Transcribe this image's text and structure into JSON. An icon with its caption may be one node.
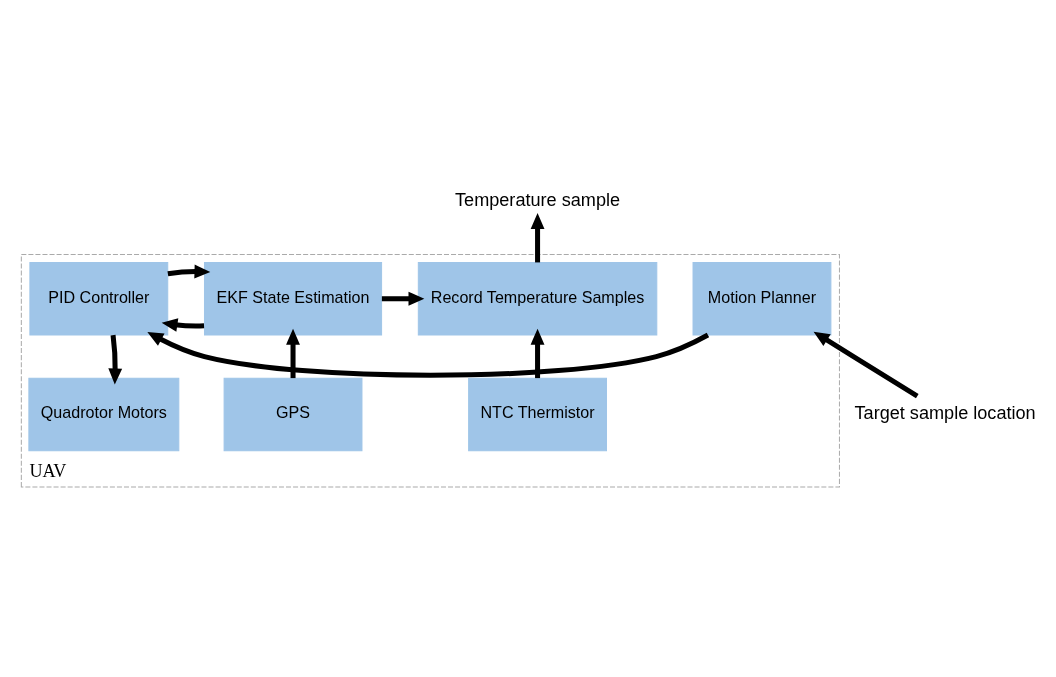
{
  "diagram": {
    "nodes": [
      {
        "text": [
          "UAV"
        ]
      },
      {
        "text": [
          "Motion Planner"
        ],
        "in": 0
      },
      {
        "text": [
          "PID Controller"
        ],
        "in": 0
      },
      {
        "text": [
          "EKF State Estimation"
        ],
        "in": 0
      },
      {
        "text": [
          "Record Temperature Samples"
        ],
        "in": 0
      },
      {
        "text": [
          "Quadrotor Motors"
        ],
        "in": 0
      },
      {
        "text": [
          "GPS"
        ],
        "in": 0
      },
      {
        "text": [
          "NTC Thermistor"
        ],
        "in": 0
      },
      {
        "text": [
          "Target sample location"
        ]
      },
      {
        "text": [
          "Temperature sample"
        ]
      }
    ],
    "edges": [
      {
        "from": 1,
        "to": 2,
        "arrow": "to"
      },
      {
        "from": 2,
        "to": 3,
        "arrow": "to"
      },
      {
        "from": 3,
        "to": 4,
        "arrow": "to"
      },
      {
        "from": 3,
        "to": 2,
        "arrow": "to"
      },
      {
        "from": 2,
        "to": 5,
        "arrow": "to"
      },
      {
        "from": 6,
        "to": 3,
        "arrow": "to"
      },
      {
        "from": 7,
        "to": 4,
        "arrow": "to"
      },
      {
        "from": 8,
        "to": 1,
        "arrow": "to"
      },
      {
        "from": 4,
        "to": 9,
        "arrow": "to"
      }
    ]
  }
}
